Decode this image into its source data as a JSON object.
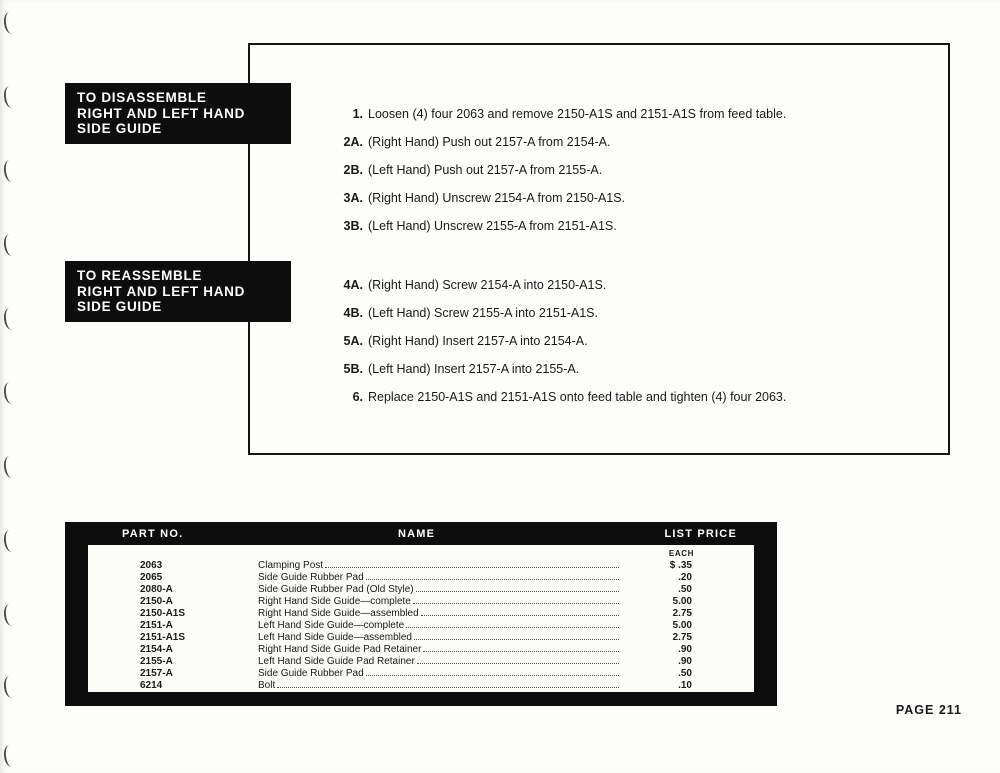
{
  "page": {
    "page_label": "PAGE 211"
  },
  "sections": [
    {
      "title_lines": [
        "TO DISASSEMBLE",
        "RIGHT AND LEFT HAND",
        "SIDE GUIDE"
      ]
    },
    {
      "title_lines": [
        "TO REASSEMBLE",
        "RIGHT AND LEFT HAND",
        "SIDE GUIDE"
      ]
    }
  ],
  "instructions": {
    "disassemble": [
      {
        "num": "1.",
        "text": "Loosen (4) four 2063 and remove 2150-A1S and 2151-A1S from feed table."
      },
      {
        "num": "2A.",
        "text": "(Right Hand) Push out 2157-A from 2154-A."
      },
      {
        "num": "2B.",
        "text": "(Left Hand) Push out 2157-A from 2155-A."
      },
      {
        "num": "3A.",
        "text": "(Right Hand) Unscrew 2154-A from 2150-A1S."
      },
      {
        "num": "3B.",
        "text": "(Left Hand) Unscrew 2155-A from 2151-A1S."
      }
    ],
    "reassemble": [
      {
        "num": "4A.",
        "text": "(Right Hand) Screw 2154-A into 2150-A1S."
      },
      {
        "num": "4B.",
        "text": "(Left Hand) Screw 2155-A into 2151-A1S."
      },
      {
        "num": "5A.",
        "text": "(Right Hand) Insert 2157-A into 2154-A."
      },
      {
        "num": "5B.",
        "text": "(Left Hand) Insert 2157-A into 2155-A."
      },
      {
        "num": "6.",
        "text": "Replace 2150-A1S and 2151-A1S onto feed table and tighten (4) four 2063."
      }
    ]
  },
  "parts_table": {
    "col_part": "PART NO.",
    "col_name": "NAME",
    "col_price": "LIST PRICE",
    "each_label": "EACH",
    "rows": [
      {
        "part": "2063",
        "name": "Clamping Post",
        "price": "$ .35"
      },
      {
        "part": "2065",
        "name": "Side Guide Rubber Pad",
        "price": ".20"
      },
      {
        "part": "2080-A",
        "name": "Side Guide Rubber Pad (Old Style)",
        "price": ".50"
      },
      {
        "part": "2150-A",
        "name": "Right Hand Side Guide—complete",
        "price": "5.00"
      },
      {
        "part": "2150-A1S",
        "name": "Right Hand Side Guide—assembled",
        "price": "2.75"
      },
      {
        "part": "2151-A",
        "name": "Left Hand Side Guide—complete",
        "price": "5.00"
      },
      {
        "part": "2151-A1S",
        "name": "Left Hand Side Guide—assembled",
        "price": "2.75"
      },
      {
        "part": "2154-A",
        "name": "Right Hand Side Guide Pad Retainer",
        "price": ".90"
      },
      {
        "part": "2155-A",
        "name": "Left Hand Side Guide Pad Retainer",
        "price": ".90"
      },
      {
        "part": "2157-A",
        "name": "Side Guide Rubber Pad",
        "price": ".50"
      },
      {
        "part": "6214",
        "name": "Bolt",
        "price": ".10"
      }
    ]
  }
}
